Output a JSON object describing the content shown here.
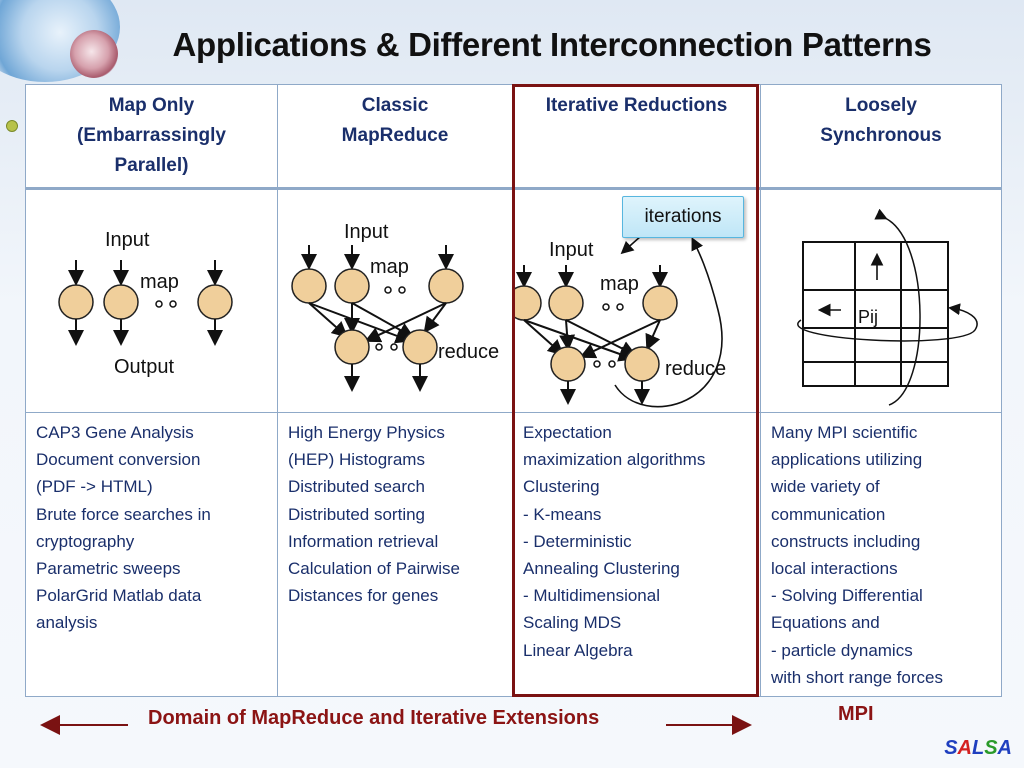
{
  "title": "Applications & Different Interconnection Patterns",
  "columns": [
    {
      "header": [
        "Map Only",
        "(Embarrassingly",
        "Parallel)"
      ],
      "diagram": {
        "input": "Input",
        "map": "map",
        "output": "Output"
      },
      "examples": [
        "CAP3  Gene Analysis",
        "Document conversion",
        "(PDF -> HTML)",
        "Brute force searches in",
        "cryptography",
        "Parametric sweeps",
        "PolarGrid Matlab data",
        "analysis"
      ]
    },
    {
      "header": [
        "Classic",
        "MapReduce"
      ],
      "diagram": {
        "input": "Input",
        "map": "map",
        "reduce": "reduce"
      },
      "examples": [
        "High Energy Physics",
        "(HEP) Histograms",
        "Distributed search",
        "Distributed sorting",
        "Information retrieval",
        "Calculation of Pairwise",
        "Distances for genes"
      ]
    },
    {
      "header": [
        "Iterative Reductions"
      ],
      "diagram": {
        "input": "Input",
        "map": "map",
        "reduce": "reduce",
        "iterations": "iterations"
      },
      "examples": [
        "Expectation",
        "maximization algorithms",
        "Clustering",
        "- K-means",
        "- Deterministic",
        "Annealing  Clustering",
        "- Multidimensional",
        "Scaling MDS",
        "Linear Algebra"
      ]
    },
    {
      "header": [
        "Loosely",
        "Synchronous"
      ],
      "diagram": {
        "cell_label": "Pij"
      },
      "examples": [
        "Many MPI scientific",
        "applications utilizing",
        "wide variety of",
        "communication",
        "constructs including",
        "local interactions",
        "- Solving Differential",
        "Equations and",
        "- particle dynamics",
        "with short range forces"
      ]
    }
  ],
  "footer": {
    "domain": "Domain of MapReduce and Iterative Extensions",
    "mpi": "MPI",
    "brand": [
      "S",
      "A",
      "L",
      "S",
      "A"
    ]
  },
  "colors": {
    "highlight": "#7a1212",
    "header_text": "#1a2f6b",
    "node_fill": "#f0cf9b",
    "brand": [
      "#1f3fbf",
      "#d42020",
      "#1f3fbf",
      "#2a9a2a",
      "#1f3fbf"
    ]
  }
}
